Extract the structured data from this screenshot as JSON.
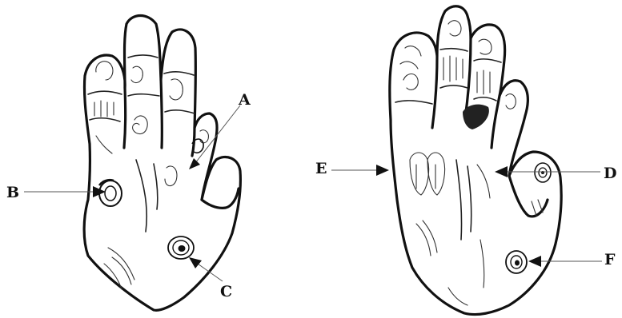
{
  "figure": {
    "labels": {
      "a": "A",
      "b": "B",
      "c": "C",
      "d": "D",
      "e": "E",
      "f": "F"
    }
  },
  "colors": {
    "ink": "#111111",
    "paper": "#ffffff"
  }
}
